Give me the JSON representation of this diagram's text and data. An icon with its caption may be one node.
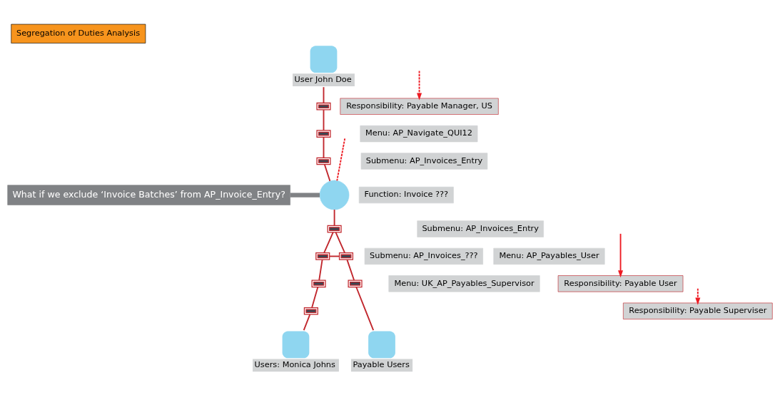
{
  "diagram": {
    "title": "Segregation of Duties Analysis",
    "nodes": [
      {
        "text": [
          "User John Doe"
        ]
      },
      {
        "text": [
          "Responsibility: Payable Manager, US"
        ]
      },
      {
        "text": [],
        "shape": "bar"
      },
      {
        "text": [
          "Menu: AP_Navigate_QUI12"
        ]
      },
      {
        "text": [],
        "shape": "bar"
      },
      {
        "text": [],
        "shape": "bar"
      },
      {
        "text": [
          "Submenu: AP_Invoices_Entry"
        ]
      },
      {
        "text": [],
        "shape": "person"
      },
      {
        "text": [
          "Function: Invoice ???"
        ]
      },
      {
        "text": [
          "What if we exclude ‘Invoice Batches’ from AP_Invoice_Entry?"
        ]
      },
      {
        "text": [],
        "shape": "bar"
      },
      {
        "text": [
          "Submenu: AP_Invoices_Entry"
        ]
      },
      {
        "text": [],
        "shape": "bar"
      },
      {
        "text": [],
        "shape": "bar"
      },
      {
        "text": [
          "Submenu: AP_Invoices_???"
        ]
      },
      {
        "text": [
          "Menu: UK_AP_Payables_Supervisor"
        ]
      },
      {
        "text": [
          "Menu: AP_Payables_User"
        ]
      },
      {
        "text": [],
        "shape": "bar"
      },
      {
        "text": [],
        "shape": "bar"
      },
      {
        "text": [
          "Responsibility: Payable User"
        ]
      },
      {
        "text": [],
        "shape": "bar"
      },
      {
        "text": [
          "Responsibility: Payable Superviser"
        ]
      },
      {
        "text": [
          "Users: Monica Johns"
        ]
      },
      {
        "text": [
          "Payable Users"
        ]
      }
    ],
    "edges": [
      {
        "from": 0,
        "to": 2,
        "arrow": "none"
      },
      {
        "from": 2,
        "to": 4,
        "arrow": "none"
      },
      {
        "from": 4,
        "to": 5,
        "arrow": "none"
      },
      {
        "from": 5,
        "to": 7,
        "arrow": "none"
      },
      {
        "from": 7,
        "to": 10,
        "arrow": "none"
      },
      {
        "from": 10,
        "to": 12,
        "arrow": "none"
      },
      {
        "from": 10,
        "to": 13,
        "arrow": "none"
      },
      {
        "from": 12,
        "to": 13,
        "arrow": "none"
      },
      {
        "from": 12,
        "to": 17,
        "arrow": "none"
      },
      {
        "from": 13,
        "to": 18,
        "arrow": "none"
      },
      {
        "from": 17,
        "to": 20,
        "arrow": "none"
      },
      {
        "from": 20,
        "to": 22,
        "arrow": "none"
      },
      {
        "from": 18,
        "to": 23,
        "arrow": "none"
      },
      {
        "from": null,
        "to": 1,
        "arrow": "to",
        "style": "dashed",
        "color": "#ed1c24"
      },
      {
        "from": null,
        "to": 21,
        "arrow": "to",
        "style": "dashed",
        "color": "#ed1c24"
      },
      {
        "from": null,
        "to": 7,
        "arrow": "none",
        "style": "dashed",
        "color": "#ed1c24"
      },
      {
        "from": null,
        "to": 19,
        "arrow": "to",
        "color": "#ed1c24"
      },
      {
        "from": 9,
        "to": 7,
        "arrow": "none",
        "style": "thick",
        "color": "#808285"
      }
    ]
  }
}
